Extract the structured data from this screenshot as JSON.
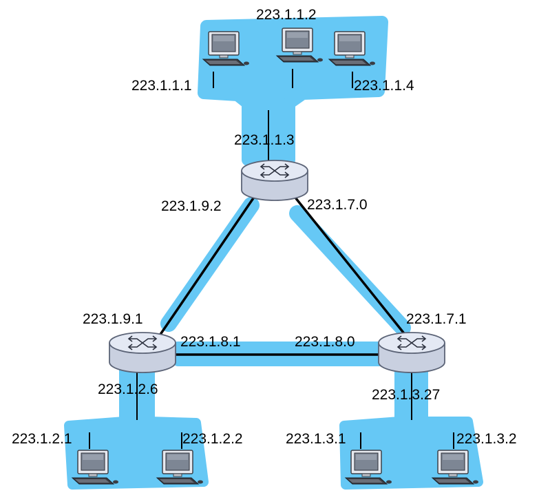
{
  "colors": {
    "subnet_fill": "#66c8f5",
    "link": "#000000",
    "router_body": "#e4e9f4",
    "router_stroke": "#5c6477"
  },
  "routers": [
    {
      "id": "top",
      "icon": "router-icon"
    },
    {
      "id": "left",
      "icon": "router-icon"
    },
    {
      "id": "right",
      "icon": "router-icon"
    }
  ],
  "hosts_icon": "computer-icon",
  "labels": {
    "top_host_1": "223.1.1.1",
    "top_host_2": "223.1.1.2",
    "top_host_4": "223.1.1.4",
    "top_router_down": "223.1.1.3",
    "top_router_left": "223.1.9.2",
    "top_router_right": "223.1.7.0",
    "left_router_up": "223.1.9.1",
    "left_router_right": "223.1.8.1",
    "left_router_down": "223.1.2.6",
    "right_router_up": "223.1.7.1",
    "right_router_left": "223.1.8.0",
    "right_router_down": "223.1.3.27",
    "bl_host_1": "223.1.2.1",
    "bl_host_2": "223.1.2.2",
    "br_host_1": "223.1.3.1",
    "br_host_2": "223.1.3.2"
  }
}
